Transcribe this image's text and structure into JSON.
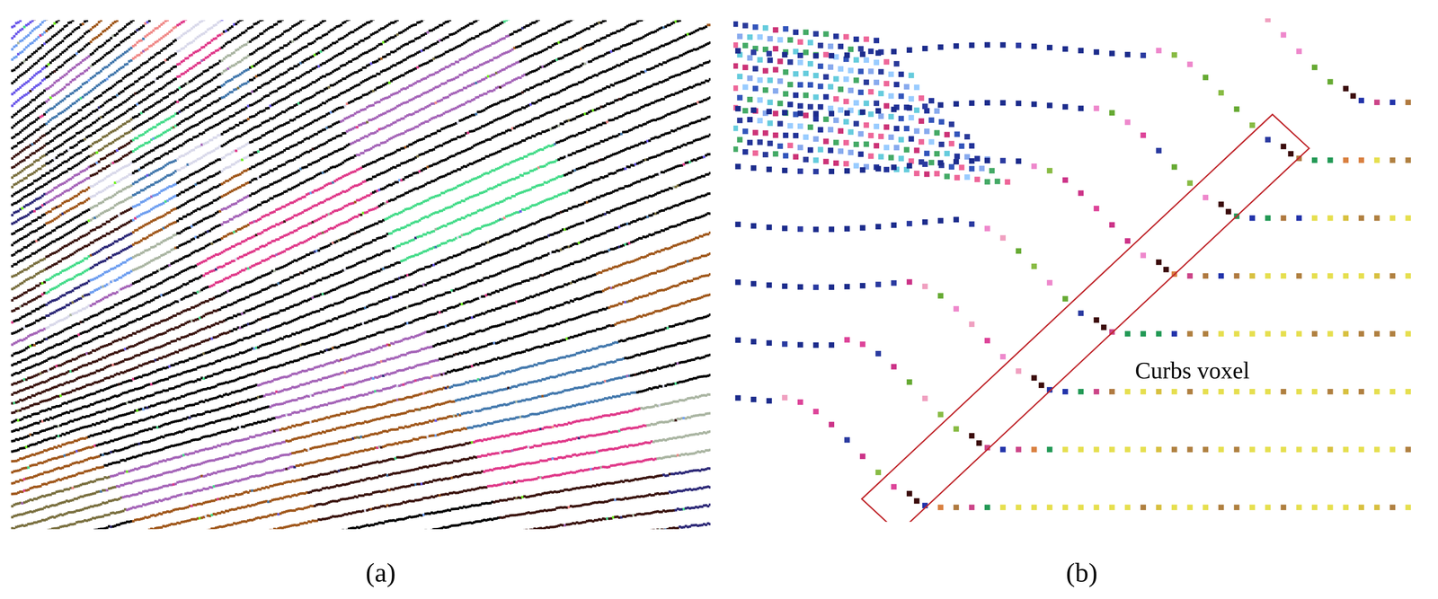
{
  "diagram": {
    "labels": [
      "(a)",
      "(b)",
      "Curbs voxel"
    ]
  }
}
